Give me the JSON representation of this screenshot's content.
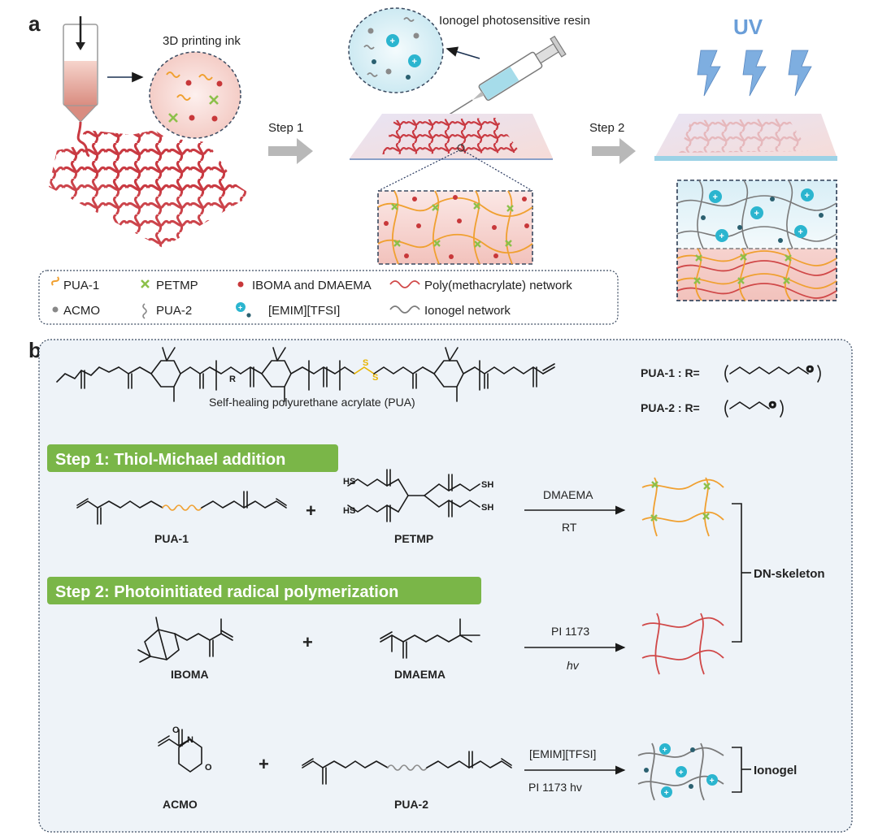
{
  "panel_a": {
    "label": "a",
    "ink_title": "3D printing ink",
    "resin_title": "Ionogel photosensitive resin",
    "uv": "UV",
    "step1": "Step 1",
    "step2": "Step 2",
    "legend": {
      "pua1": "PUA-1",
      "petmp": "PETMP",
      "iboma_dmaema": "IBOMA and DMAEMA",
      "poly_network": "Poly(methacrylate) network",
      "acmo": "ACMO",
      "pua2": "PUA-2",
      "emim": "[EMIM][TFSI]",
      "ionogel_network": "Ionogel network"
    }
  },
  "panel_b": {
    "label": "b",
    "pua_caption": "Self-healing polyurethane acrylate (PUA)",
    "pua1_r": "PUA-1  :   R=",
    "pua2_r": "PUA-2  :   R=",
    "step1_banner": "Step 1: Thiol-Michael addition",
    "step2_banner": "Step 2: Photoinitiated radical polymerization",
    "pua1": "PUA-1",
    "petmp": "PETMP",
    "iboma": "IBOMA",
    "dmaema": "DMAEMA",
    "acmo": "ACMO",
    "pua2": "PUA-2",
    "plus": "+",
    "r1_top": "DMAEMA",
    "r1_bottom": "RT",
    "r2_top": "PI 1173",
    "r2_bottom": "hv",
    "r3_top": "[EMIM][TFSI]",
    "r3_bottom": "PI 1173  hv",
    "dn_skeleton": "DN-skeleton",
    "ionogel": "Ionogel"
  },
  "colors": {
    "pua1_orange": "#f0a030",
    "petmp_green": "#8cc04a",
    "iboma_red": "#c8383a",
    "network_red": "#d04848",
    "gray": "#7a7a7a",
    "ion_cyan": "#2bb5cf",
    "banner_green": "#7ab648",
    "panel_b_bg": "#eef3f8",
    "arrow_gray": "#b8b8b8",
    "uv_blue": "#6a9ed8"
  }
}
